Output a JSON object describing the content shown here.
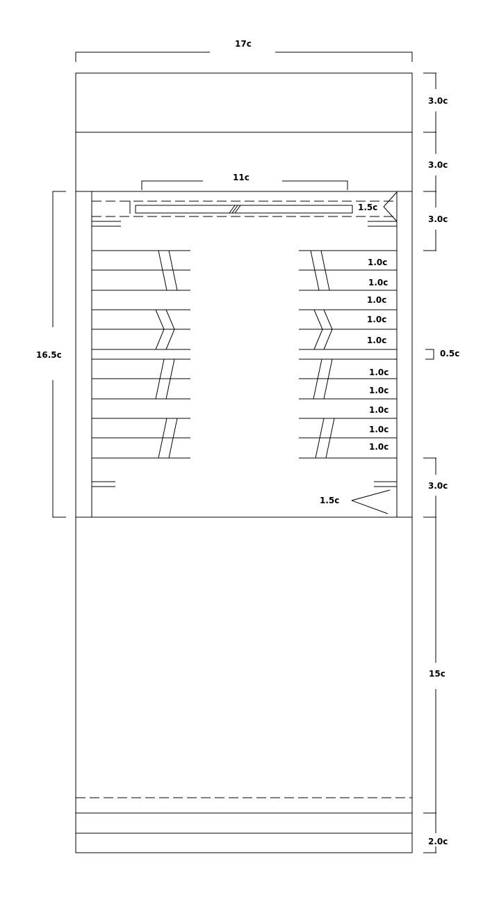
{
  "dimensions": {
    "total_width": "17c",
    "inner_width": "11c",
    "total_height": "16.5c",
    "top_section_1": "3.0c",
    "top_section_2": "3.0c",
    "landing_top": "3.0c",
    "step_gap": "0.5c",
    "landing_bottom": "3.0c",
    "lower_section": "15c",
    "bottom_section": "2.0c",
    "top_angle": "1.5c",
    "bottom_angle": "1.5c"
  },
  "step_labels": [
    "1.0c",
    "1.0c",
    "1.0c",
    "1.0c",
    "1.0c",
    "1.0c",
    "1.0c",
    "1.0c",
    "1.0c",
    "1.0c"
  ]
}
